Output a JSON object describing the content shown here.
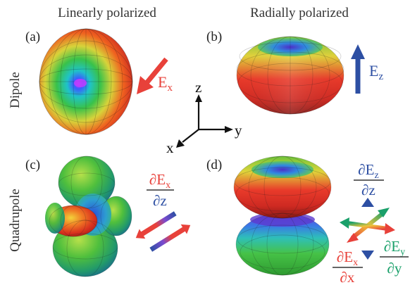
{
  "columns": {
    "left": "Linearly polarized",
    "right": "Radially polarized"
  },
  "rows": {
    "top": "Dipole",
    "bottom": "Quadrupole"
  },
  "panels": {
    "a": "(a)",
    "b": "(b)",
    "c": "(c)",
    "d": "(d)"
  },
  "fields": {
    "ex_main": "E",
    "ex_sub": "x",
    "ez_main": "E",
    "ez_sub": "z"
  },
  "axes": {
    "z": "z",
    "y": "y",
    "x": "x"
  },
  "derivatives": {
    "c_num": "∂E",
    "c_num_sub": "x",
    "c_den": "∂z",
    "d_top_num": "∂E",
    "d_top_num_sub": "z",
    "d_top_den": "∂z",
    "d_left_num": "∂E",
    "d_left_num_sub": "x",
    "d_left_den": "∂x",
    "d_right_num": "∂E",
    "d_right_num_sub": "y",
    "d_right_den": "∂y"
  },
  "colors": {
    "red": "#e8413a",
    "blue": "#2d4fa3",
    "green": "#1aa06a",
    "text": "#222222"
  }
}
